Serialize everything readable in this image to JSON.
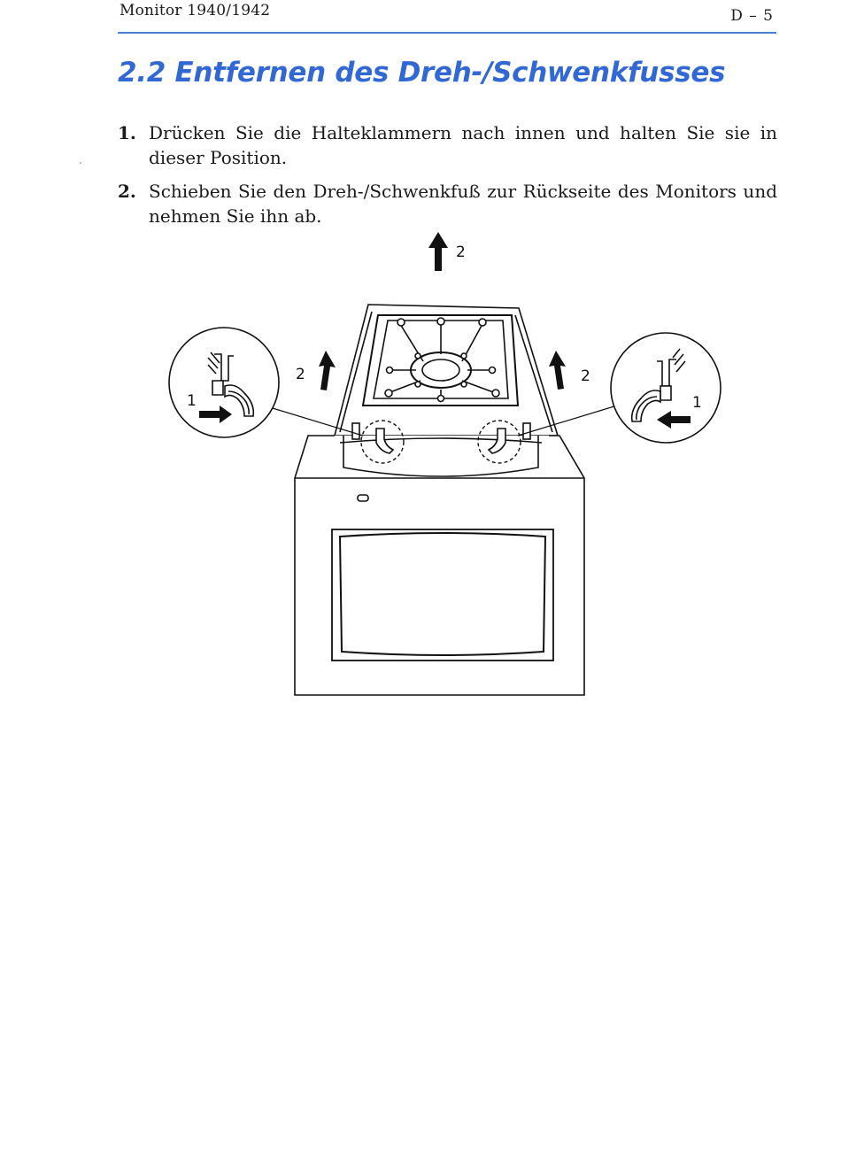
{
  "header": {
    "product": "Monitor 1940/1942",
    "page": "D – 5"
  },
  "section": {
    "title": "2.2 Entfernen des Dreh-/Schwenkfusses"
  },
  "steps": [
    {
      "num": "1.",
      "text": "Drücken Sie die Halteklammern nach innen und halten Sie sie in dieser Position."
    },
    {
      "num": "2.",
      "text": "Schieben Sie den Dreh-/Schwenkfuß zur Rückseite des Monitors und nehmen Sie ihn ab."
    }
  ],
  "figure": {
    "labels": {
      "top_arrow": "2",
      "left_arrow": "2",
      "right_arrow": "2",
      "left_detail": "1",
      "right_detail": "1"
    }
  }
}
